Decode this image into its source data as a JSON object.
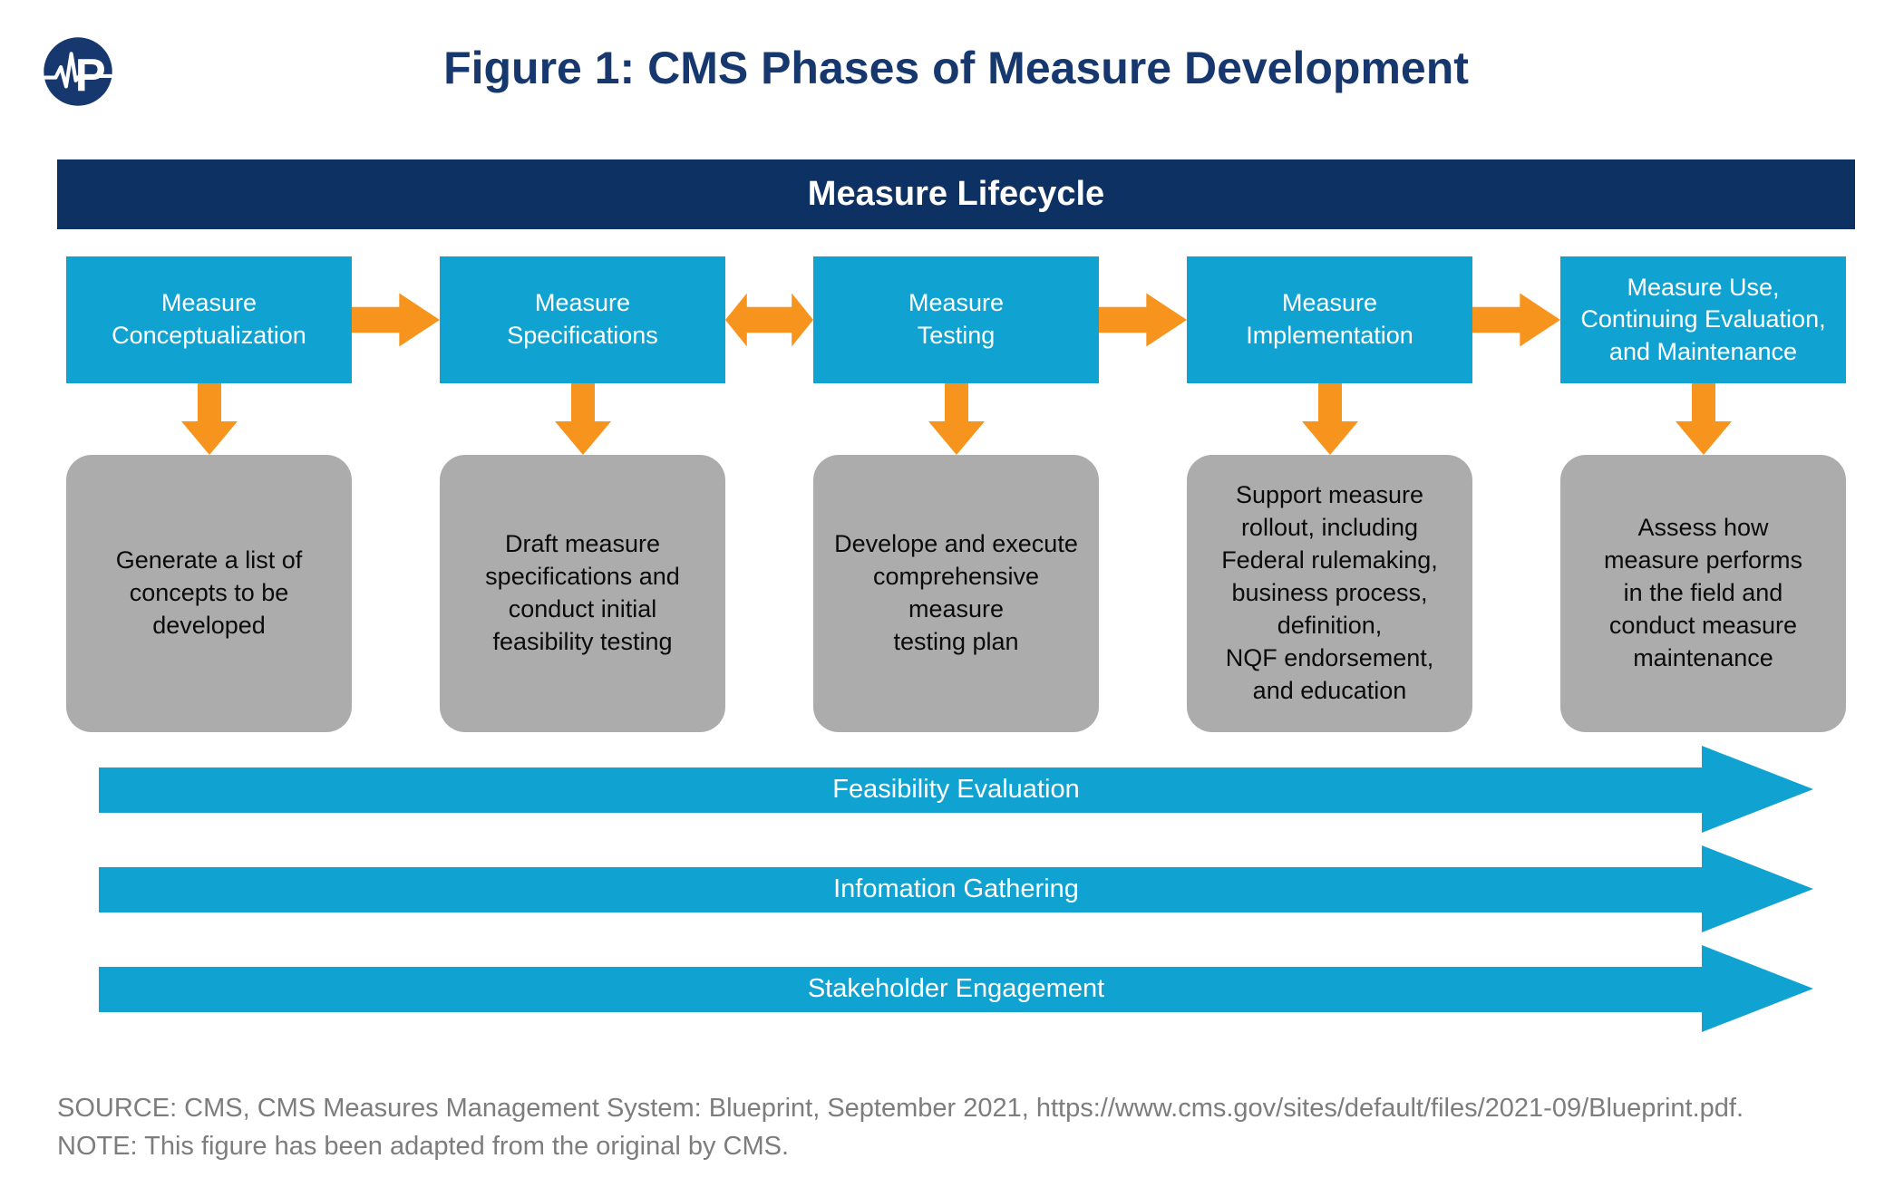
{
  "header": {
    "figure_title": "Figure 1: CMS Phases of Measure Development",
    "logo_letter": "P"
  },
  "banner": {
    "label": "Measure Lifecycle"
  },
  "phases": [
    {
      "label": "Measure\nConceptualization",
      "detail": "Generate a list of\nconcepts to be\ndeveloped",
      "connector_after": "arrow-right"
    },
    {
      "label": "Measure\nSpecifications",
      "detail": "Draft measure\nspecifications and\nconduct initial\nfeasibility testing",
      "connector_after": "arrow-double"
    },
    {
      "label": "Measure\nTesting",
      "detail": "Develope and execute\ncomprehensive\nmeasure\ntesting plan",
      "connector_after": "arrow-right"
    },
    {
      "label": "Measure\nImplementation",
      "detail": "Support measure\nrollout, including\nFederal rulemaking,\nbusiness process,\ndefinition,\nNQF endorsement,\nand education",
      "connector_after": "arrow-right"
    },
    {
      "label": "Measure Use,\nContinuing Evaluation,\nand Maintenance",
      "detail": "Assess how\nmeasure performs\nin the field and\nconduct measure\nmaintenance",
      "connector_after": null
    }
  ],
  "timeline_arrows": [
    {
      "label": "Feasibility Evaluation"
    },
    {
      "label": "Infomation Gathering"
    },
    {
      "label": "Stakeholder Engagement"
    }
  ],
  "footer": {
    "source": "SOURCE: CMS, CMS Measures Management System: Blueprint, September 2021, https://www.cms.gov/sites/default/files/2021-09/Blueprint.pdf.",
    "note": "NOTE: This figure has been adapted from the original by CMS."
  },
  "colors": {
    "navy_banner": "#0E3163",
    "navy_title": "#16386E",
    "cyan": "#10A3D2",
    "orange": "#F7941E",
    "gray_box": "#ACACAC",
    "footer_gray": "#7D7D7D"
  }
}
